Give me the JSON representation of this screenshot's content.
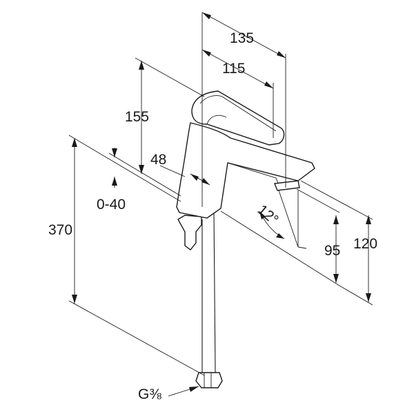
{
  "diagram": {
    "dimensions": {
      "overall_depth": "135",
      "spout_reach": "115",
      "lever_height": "155",
      "total_height": "370",
      "body_diameter": "48",
      "deck_thickness": "0-40",
      "spout_height": "95",
      "outlet_height": "120",
      "spray_angle": "12°",
      "connection_thread": "G⅜"
    }
  }
}
